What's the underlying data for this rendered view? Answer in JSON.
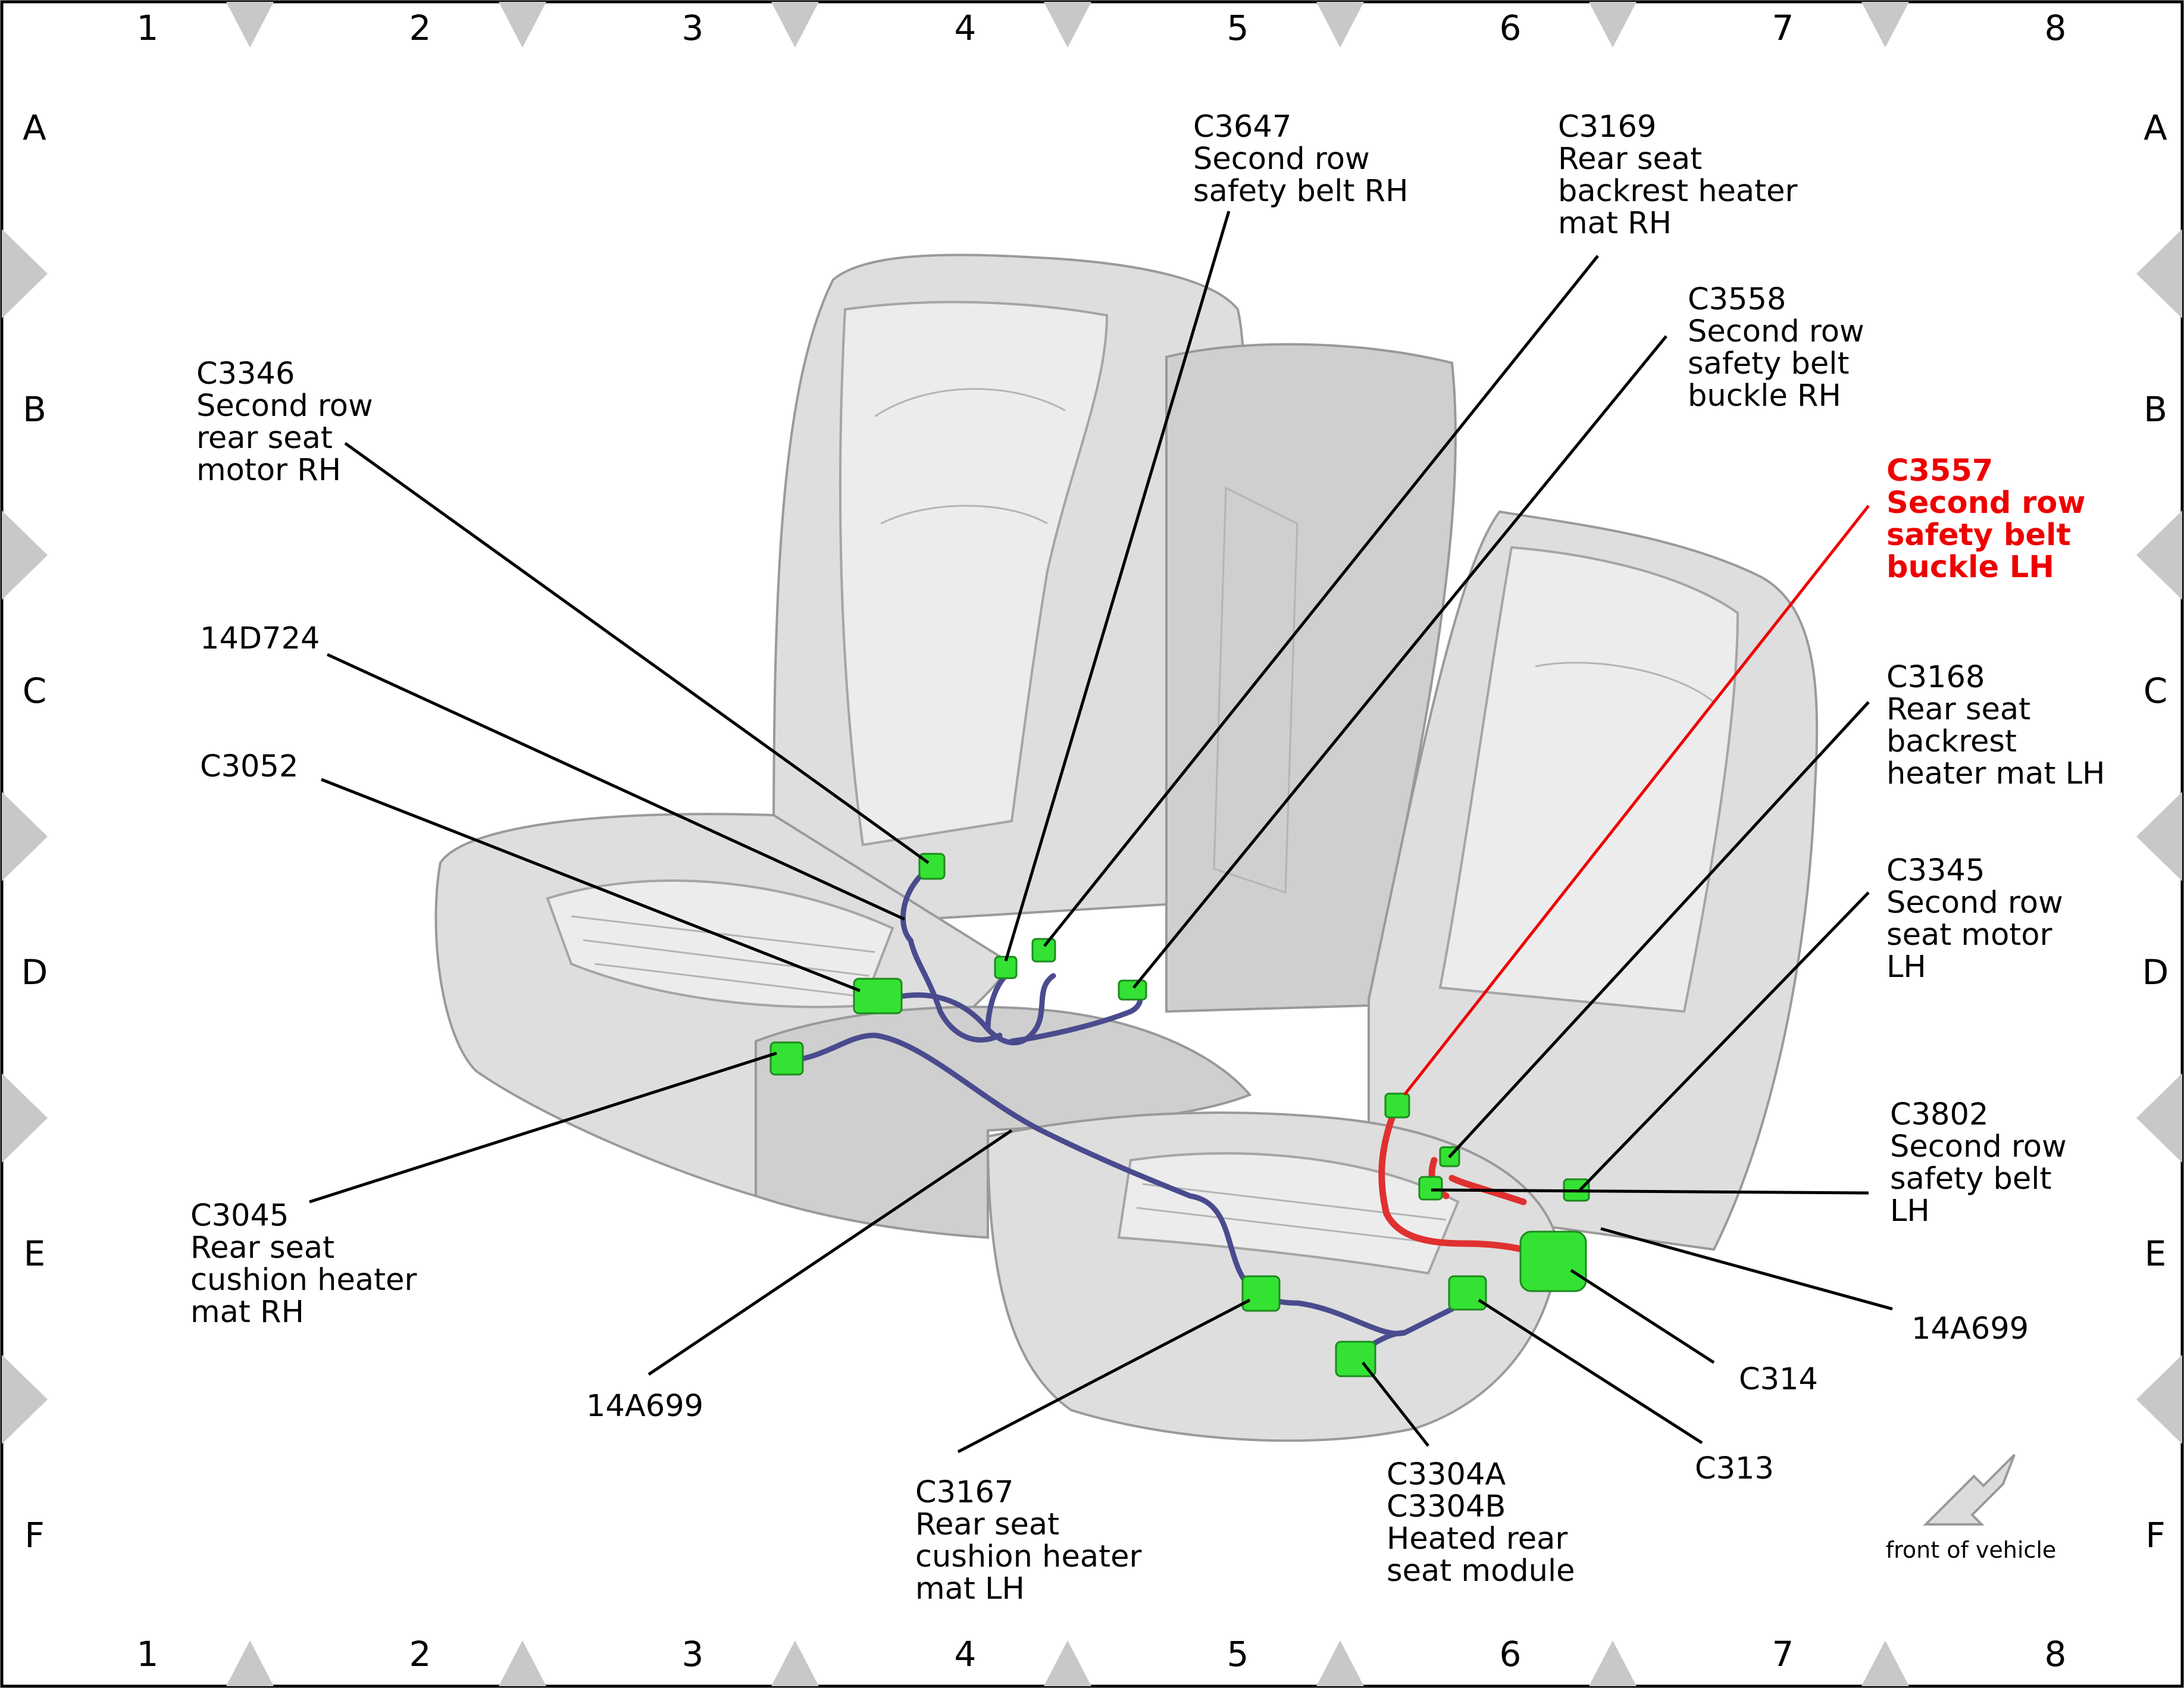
{
  "grid": {
    "columns": [
      "1",
      "2",
      "3",
      "4",
      "5",
      "6",
      "7",
      "8"
    ],
    "rows": [
      "A",
      "B",
      "C",
      "D",
      "E",
      "F"
    ]
  },
  "callouts": [
    {
      "id": "c3647",
      "lines": [
        "C3647",
        "Second row",
        "safety belt RH"
      ],
      "highlight": false
    },
    {
      "id": "c3169",
      "lines": [
        "C3169",
        "Rear seat",
        "backrest heater",
        "mat RH"
      ],
      "highlight": false
    },
    {
      "id": "c3558",
      "lines": [
        "C3558",
        "Second row",
        "safety belt",
        "buckle RH"
      ],
      "highlight": false
    },
    {
      "id": "c3346",
      "lines": [
        "C3346",
        "Second row",
        "rear seat",
        "motor RH"
      ],
      "highlight": false
    },
    {
      "id": "c3557",
      "lines": [
        "C3557",
        "Second row",
        "safety belt",
        "buckle LH"
      ],
      "highlight": true
    },
    {
      "id": "n14d724",
      "lines": [
        "14D724"
      ],
      "highlight": false
    },
    {
      "id": "c3168",
      "lines": [
        "C3168",
        "Rear seat",
        "backrest",
        "heater mat LH"
      ],
      "highlight": false
    },
    {
      "id": "c3052",
      "lines": [
        "C3052"
      ],
      "highlight": false
    },
    {
      "id": "c3345",
      "lines": [
        "C3345",
        "Second row",
        "seat motor",
        "LH"
      ],
      "highlight": false
    },
    {
      "id": "c3802",
      "lines": [
        "C3802",
        "Second row",
        "safety belt",
        "LH"
      ],
      "highlight": false
    },
    {
      "id": "c3045",
      "lines": [
        "C3045",
        "Rear seat",
        "cushion heater",
        "mat RH"
      ],
      "highlight": false
    },
    {
      "id": "n14a699r",
      "lines": [
        "14A699"
      ],
      "highlight": false
    },
    {
      "id": "c314",
      "lines": [
        "C314"
      ],
      "highlight": false
    },
    {
      "id": "n14a699l",
      "lines": [
        "14A699"
      ],
      "highlight": false
    },
    {
      "id": "c313",
      "lines": [
        "C313"
      ],
      "highlight": false
    },
    {
      "id": "c3167",
      "lines": [
        "C3167",
        "Rear seat",
        "cushion heater",
        "mat LH"
      ],
      "highlight": false
    },
    {
      "id": "c3304",
      "lines": [
        "C3304A",
        "C3304B",
        "Heated rear",
        "seat module"
      ],
      "highlight": false
    }
  ],
  "orientation": {
    "label": "front of vehicle",
    "icon": "arrow-down-left-icon"
  },
  "colors": {
    "connector": "#34e234",
    "harness": "#4a4b8e",
    "highlight": "#ee0000"
  }
}
